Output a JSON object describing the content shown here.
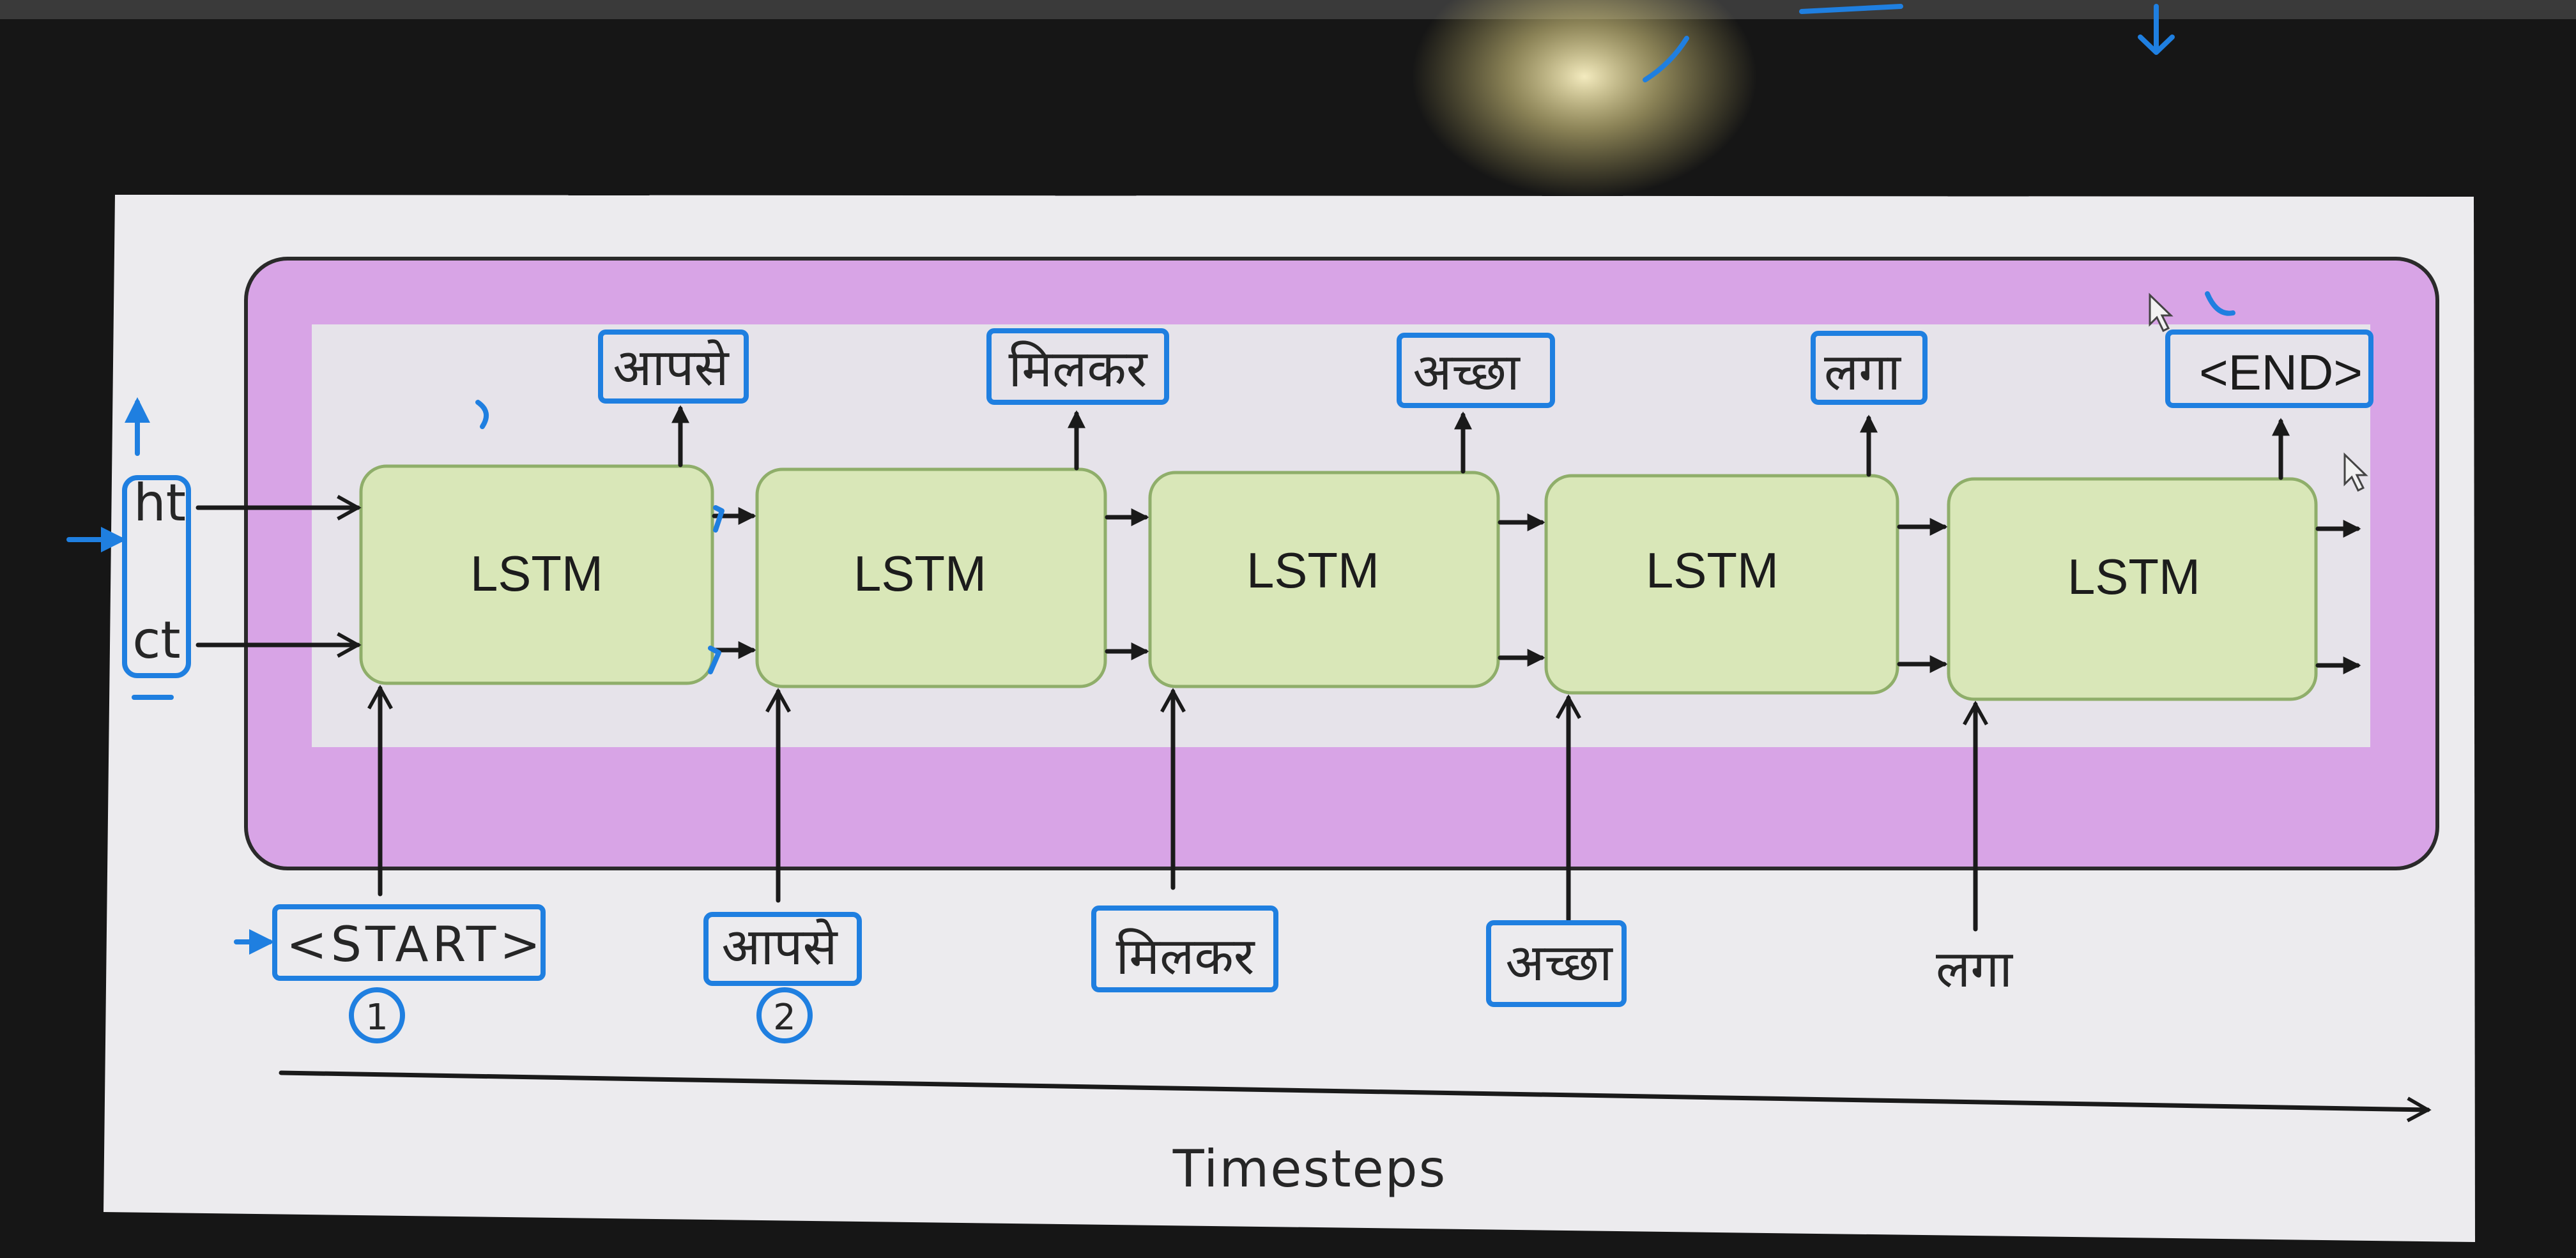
{
  "diagram": {
    "state_labels": {
      "hidden": "ht",
      "cell": "ct"
    },
    "cell_label": "LSTM",
    "outputs": [
      "आपसे",
      "मिलकर",
      "अच्छा",
      "लगा",
      "<END>"
    ],
    "inputs": [
      "<START>",
      "आपसे",
      "मिलकर",
      "अच्छा",
      "लगा"
    ],
    "step_numbers": [
      "1",
      "2"
    ],
    "axis_label": "Timesteps"
  },
  "colors": {
    "outer_frame": "#d8a4e6",
    "inner_band": "#e6e3ea",
    "lstm_fill": "#d9e7b8",
    "lstm_stroke": "#8fae6a",
    "annotation_blue": "#1f7fe0",
    "slide_background": "#ecebee",
    "screen_bezel": "#161616"
  },
  "icons": [
    "mouse-cursor-icon",
    "mouse-cursor-icon"
  ]
}
